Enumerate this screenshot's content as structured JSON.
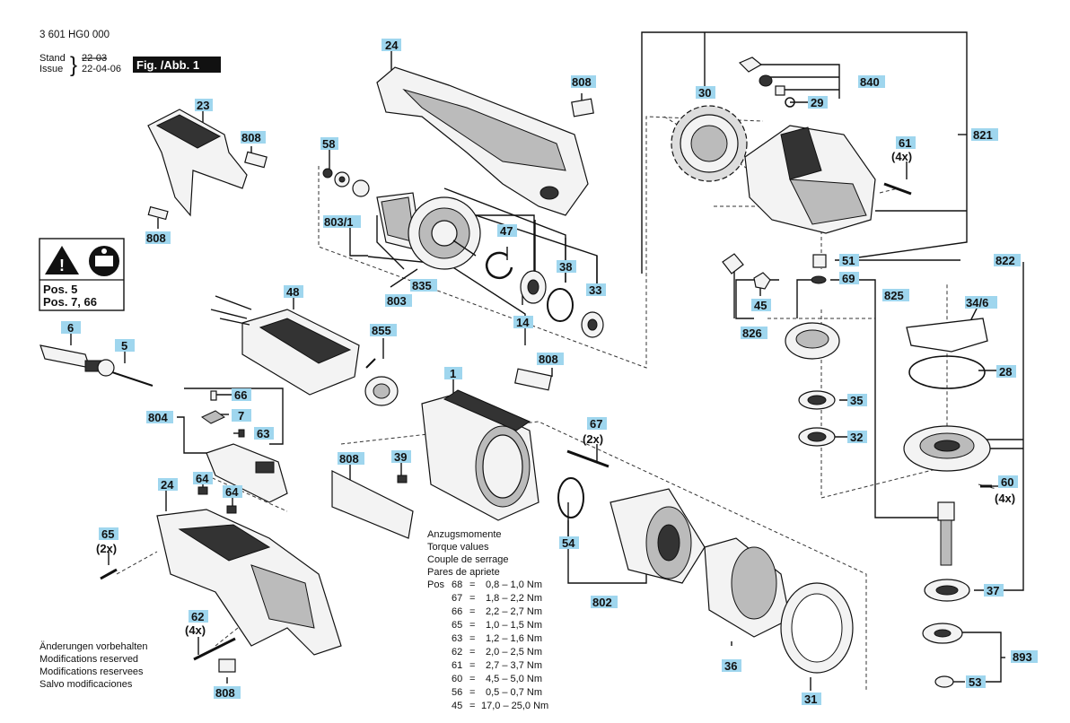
{
  "header": {
    "part_no": "3 601 HG0 000",
    "stand_label": "Stand",
    "stand_value": "22-03",
    "issue_label": "Issue",
    "issue_value": "22-04-06",
    "fig_label": "Fig. /Abb. 1"
  },
  "warning": {
    "line1": "Pos. 5",
    "line2": "Pos. 7, 66"
  },
  "torque": {
    "headings": [
      "Anzugsmomente",
      "Torque values",
      "Couple de serrage",
      "Pares de apriete"
    ],
    "pos_label": "Pos",
    "rows": [
      {
        "pos": "68",
        "eq": "=",
        "val": "0,8 – 1,0 Nm"
      },
      {
        "pos": "67",
        "eq": "=",
        "val": "1,8 – 2,2 Nm"
      },
      {
        "pos": "66",
        "eq": "=",
        "val": "2,2 – 2,7 Nm"
      },
      {
        "pos": "65",
        "eq": "=",
        "val": "1,0 – 1,5 Nm"
      },
      {
        "pos": "63",
        "eq": "=",
        "val": "1,2 – 1,6 Nm"
      },
      {
        "pos": "62",
        "eq": "=",
        "val": "2,0 – 2,5 Nm"
      },
      {
        "pos": "61",
        "eq": "=",
        "val": "2,7 – 3,7 Nm"
      },
      {
        "pos": "60",
        "eq": "=",
        "val": "4,5 – 5,0 Nm"
      },
      {
        "pos": "56",
        "eq": "=",
        "val": "0,5 – 0,7 Nm"
      },
      {
        "pos": "45",
        "eq": "=",
        "val": "17,0 – 25,0 Nm"
      }
    ]
  },
  "notes": [
    "Änderungen vorbehalten",
    "Modifications reserved",
    "Modifications reservees",
    "Salvo modificaciones"
  ],
  "labels": {
    "l24a": "24",
    "l808a": "808",
    "l23": "23",
    "l808b": "808",
    "l808c": "808",
    "l58": "58",
    "l8031": "803/1",
    "l835": "835",
    "l803": "803",
    "l47": "47",
    "l38": "38",
    "l33": "33",
    "l14": "14",
    "l30": "30",
    "l840": "840",
    "l29": "29",
    "l821": "821",
    "l61": "61",
    "l61q": "(4x)",
    "l51": "51",
    "l69": "69",
    "l825": "825",
    "l45": "45",
    "l826": "826",
    "l822": "822",
    "l346": "34/6",
    "l28": "28",
    "l35": "35",
    "l32": "32",
    "l60": "60",
    "l60q": "(4x)",
    "l37": "37",
    "l893": "893",
    "l53": "53",
    "l48": "48",
    "l855": "855",
    "l808d": "808",
    "l1": "1",
    "l67": "67",
    "l67q": "(2x)",
    "l6": "6",
    "l5": "5",
    "l804": "804",
    "l66": "66",
    "l7": "7",
    "l63": "63",
    "l64a": "64",
    "l64b": "64",
    "l808e": "808",
    "l39": "39",
    "l54": "54",
    "l802": "802",
    "l36": "36",
    "l31": "31",
    "l24b": "24",
    "l65": "65",
    "l65q": "(2x)",
    "l62": "62",
    "l62q": "(4x)",
    "l808f": "808"
  }
}
